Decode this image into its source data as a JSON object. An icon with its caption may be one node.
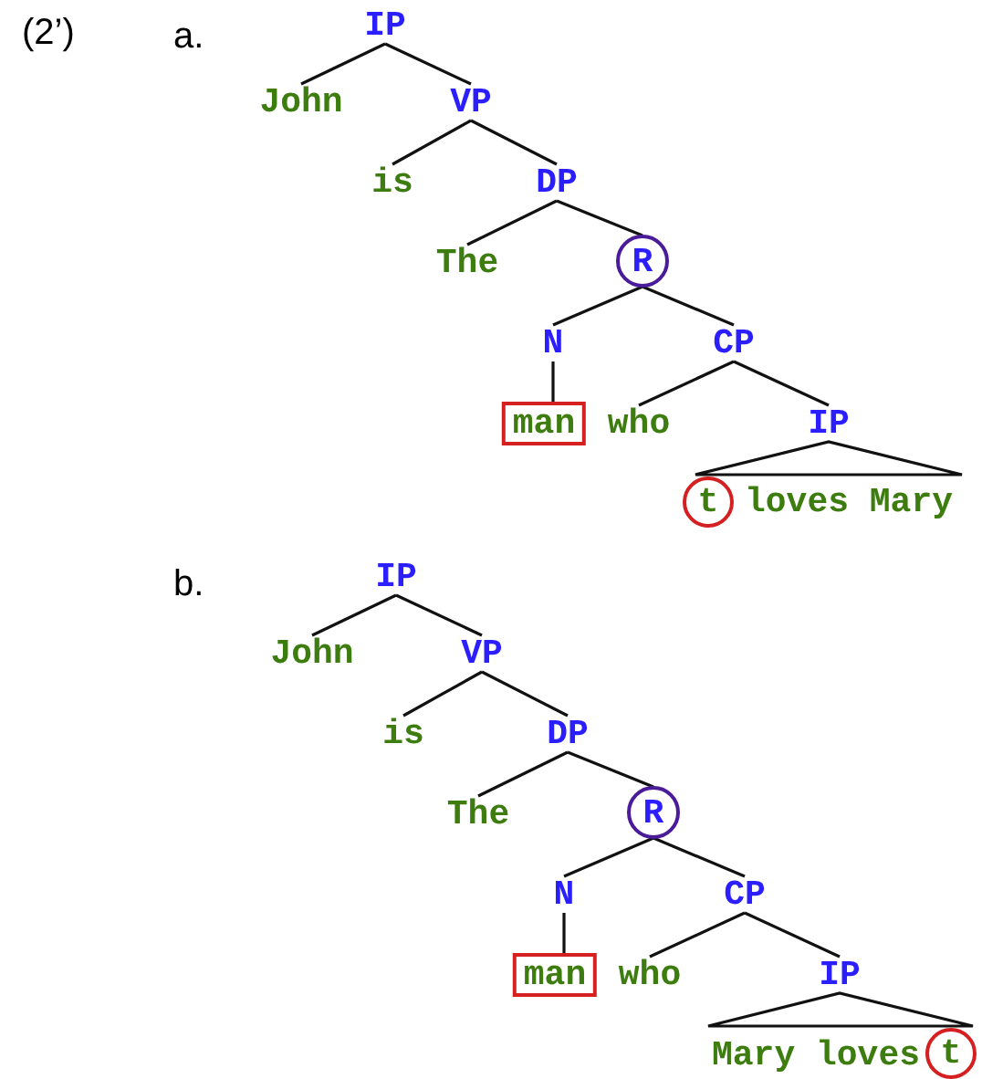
{
  "diagram": {
    "nodes": [
      {
        "text": [
          "IP"
        ]
      },
      {
        "text": [
          "John"
        ]
      },
      {
        "text": [
          "VP"
        ]
      },
      {
        "text": [
          "is"
        ]
      },
      {
        "text": [
          "DP"
        ]
      },
      {
        "text": [
          "The"
        ]
      },
      {
        "text": [
          "R"
        ]
      },
      {
        "text": [
          "N"
        ]
      },
      {
        "text": [
          "CP"
        ]
      },
      {
        "text": [
          "man"
        ]
      },
      {
        "text": [
          "who"
        ]
      },
      {
        "text": [
          "IP"
        ]
      },
      {
        "text": [
          "t"
        ]
      },
      {
        "text": [
          "loves Mary"
        ]
      },
      {
        "text": [
          "IP"
        ]
      },
      {
        "text": [
          "John"
        ]
      },
      {
        "text": [
          "VP"
        ]
      },
      {
        "text": [
          "is"
        ]
      },
      {
        "text": [
          "DP"
        ]
      },
      {
        "text": [
          "The"
        ]
      },
      {
        "text": [
          "R"
        ]
      },
      {
        "text": [
          "N"
        ]
      },
      {
        "text": [
          "CP"
        ]
      },
      {
        "text": [
          "man"
        ]
      },
      {
        "text": [
          "who"
        ]
      },
      {
        "text": [
          "IP"
        ]
      },
      {
        "text": [
          "Mary loves"
        ]
      },
      {
        "text": [
          "t"
        ]
      }
    ],
    "edges": [
      {
        "from": 0,
        "to": 1,
        "arrow": "none"
      },
      {
        "from": 0,
        "to": 2,
        "arrow": "none"
      },
      {
        "from": 2,
        "to": 3,
        "arrow": "none"
      },
      {
        "from": 2,
        "to": 4,
        "arrow": "none"
      },
      {
        "from": 4,
        "to": 5,
        "arrow": "none"
      },
      {
        "from": 4,
        "to": 6,
        "arrow": "none"
      },
      {
        "from": 6,
        "to": 7,
        "arrow": "none"
      },
      {
        "from": 6,
        "to": 8,
        "arrow": "none"
      },
      {
        "from": 7,
        "to": 9,
        "arrow": "none"
      },
      {
        "from": 8,
        "to": 10,
        "arrow": "none"
      },
      {
        "from": 8,
        "to": 11,
        "arrow": "none"
      },
      {
        "from": 11,
        "to": 12,
        "arrow": "none"
      },
      {
        "from": 11,
        "to": 13,
        "arrow": "none"
      },
      {
        "from": 14,
        "to": 15,
        "arrow": "none"
      },
      {
        "from": 14,
        "to": 16,
        "arrow": "none"
      },
      {
        "from": 16,
        "to": 17,
        "arrow": "none"
      },
      {
        "from": 16,
        "to": 18,
        "arrow": "none"
      },
      {
        "from": 18,
        "to": 19,
        "arrow": "none"
      },
      {
        "from": 18,
        "to": 20,
        "arrow": "none"
      },
      {
        "from": 20,
        "to": 21,
        "arrow": "none"
      },
      {
        "from": 20,
        "to": 22,
        "arrow": "none"
      },
      {
        "from": 21,
        "to": 23,
        "arrow": "none"
      },
      {
        "from": 22,
        "to": 24,
        "arrow": "none"
      },
      {
        "from": 22,
        "to": 25,
        "arrow": "none"
      },
      {
        "from": 25,
        "to": 26,
        "arrow": "none"
      },
      {
        "from": 25,
        "to": 27,
        "arrow": "none"
      }
    ],
    "labels": [
      "(2’)",
      "a.",
      "b."
    ]
  }
}
